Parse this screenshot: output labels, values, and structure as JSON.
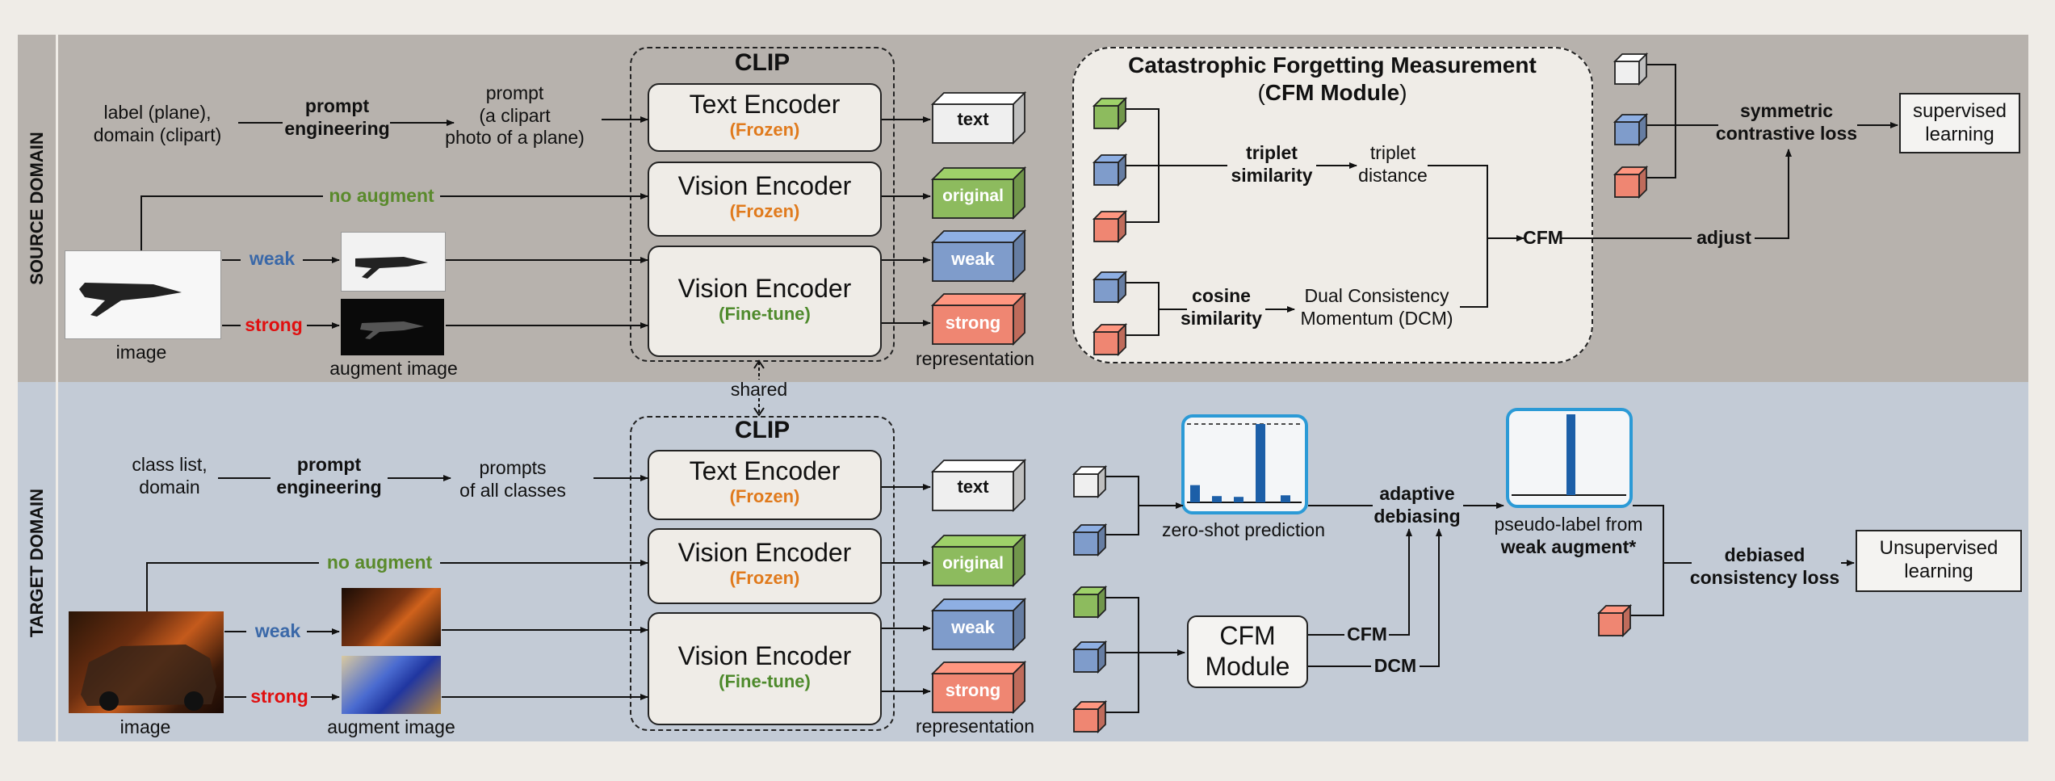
{
  "colors": {
    "source_bg": "#b7b2ad",
    "target_bg": "#c3cbd6",
    "frozen": "#e07a1c",
    "finetune": "#4e8a2c",
    "weak": "#3a68a8",
    "strong": "#e01010",
    "no_augment": "#5a8a2c",
    "text_cube": "#efefef",
    "original_cube": "#8dbb5e",
    "weak_cube": "#7f9ccb",
    "strong_cube": "#ef8672",
    "bar": "#1c5fa8",
    "highlight_border": "#2b9ad6"
  },
  "source": {
    "domain_label": "SOURCE DOMAIN",
    "label_text": [
      "label (plane),",
      "domain (clipart)"
    ],
    "prompt_engineering": [
      "prompt",
      "engineering"
    ],
    "prompt_text": [
      "prompt",
      "(a clipart",
      "photo of a plane)"
    ],
    "clip_title": "CLIP",
    "text_encoder": "Text Encoder",
    "text_encoder_status": "(Frozen)",
    "vision_encoder_frozen": "Vision Encoder",
    "vision_encoder_frozen_status": "(Frozen)",
    "vision_encoder_ft": "Vision Encoder",
    "vision_encoder_ft_status": "(Fine-tune)",
    "cube_text": "text",
    "cube_original": "original",
    "cube_weak": "weak",
    "cube_strong": "strong",
    "representation": "representation",
    "no_augment": "no augment",
    "weak": "weak",
    "strong": "strong",
    "image": "image",
    "augment_image": "augment image",
    "cfm_title": "Catastrophic Forgetting Measurement",
    "cfm_subtitle_open": "(",
    "cfm_subtitle_bold": "CFM Module",
    "cfm_subtitle_close": ")",
    "triplet_similarity": [
      "triplet",
      "similarity"
    ],
    "triplet_distance": [
      "triplet",
      "distance"
    ],
    "cosine_similarity": [
      "cosine",
      "similarity"
    ],
    "dcm": [
      "Dual Consistency",
      "Momentum (DCM)"
    ],
    "cfm": "CFM",
    "adjust": "adjust",
    "symmetric_loss": [
      "symmetric",
      "contrastive loss"
    ],
    "supervised": [
      "supervised",
      "learning"
    ]
  },
  "shared": "shared",
  "target": {
    "domain_label": "TARGET DOMAIN",
    "class_text": [
      "class list,",
      "domain"
    ],
    "prompt_engineering": [
      "prompt",
      "engineering"
    ],
    "prompts_text": [
      "prompts",
      "of all classes"
    ],
    "clip_title": "CLIP",
    "text_encoder": "Text Encoder",
    "text_encoder_status": "(Frozen)",
    "vision_encoder_frozen": "Vision Encoder",
    "vision_encoder_frozen_status": "(Frozen)",
    "vision_encoder_ft": "Vision Encoder",
    "vision_encoder_ft_status": "(Fine-tune)",
    "cube_text": "text",
    "cube_original": "original",
    "cube_weak": "weak",
    "cube_strong": "strong",
    "representation": "representation",
    "no_augment": "no augment",
    "weak": "weak",
    "strong": "strong",
    "image": "image",
    "augment_image": "augment image",
    "zero_shot": "zero-shot prediction",
    "adaptive_debiasing": [
      "adaptive",
      "debiasing"
    ],
    "pseudo_label": [
      "pseudo-label from",
      "weak augment*"
    ],
    "cfm_module": [
      "CFM",
      "Module"
    ],
    "cfm": "CFM",
    "dcm": "DCM",
    "debiased_loss": [
      "debiased",
      "consistency loss"
    ],
    "unsupervised": [
      "Unsupervised",
      "learning"
    ],
    "zero_shot_bars": [
      0.22,
      0.08,
      0.07,
      1.0,
      0.09
    ],
    "pseudo_label_bars": [
      0,
      0,
      1.0,
      0
    ]
  }
}
